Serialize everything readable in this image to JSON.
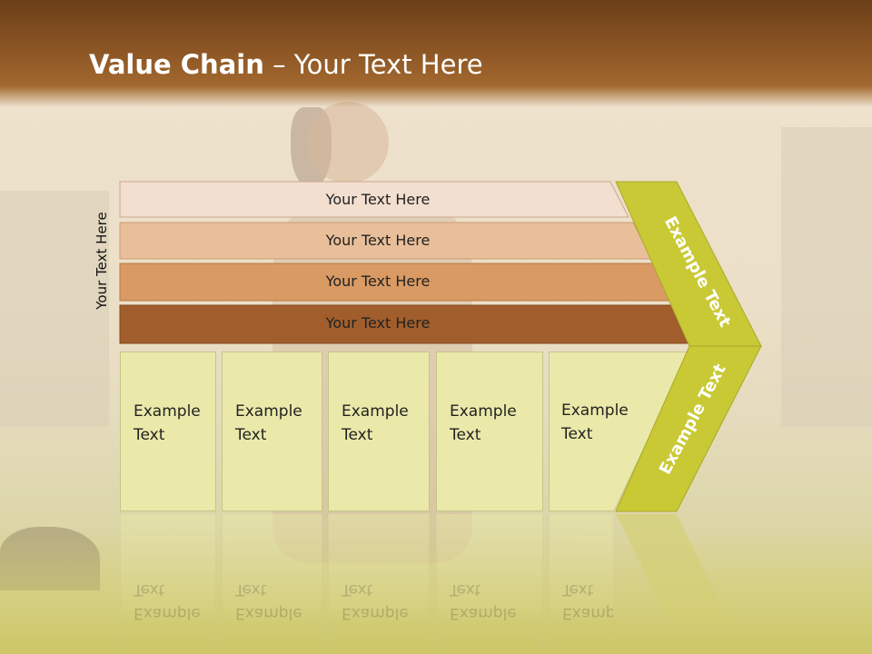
{
  "title": {
    "bold": "Value Chain",
    "rest": " – Your Text Here"
  },
  "side_label": "Your Text Here",
  "bands": [
    {
      "label": "Your Text Here",
      "color": "#f3dfcf"
    },
    {
      "label": "Your Text Here",
      "color": "#e9bf9a"
    },
    {
      "label": "Your Text Here",
      "color": "#d99a63"
    },
    {
      "label": "Your Text Here",
      "color": "#a15e2c"
    }
  ],
  "boxes": [
    {
      "line1": "Example",
      "line2": "Text"
    },
    {
      "line1": "Example",
      "line2": "Text"
    },
    {
      "line1": "Example",
      "line2": "Text"
    },
    {
      "line1": "Example",
      "line2": "Text"
    },
    {
      "line1": "Example",
      "line2": "Text"
    }
  ],
  "chevron_upper_text": "Example Text",
  "chevron_lower_text": "Example Text",
  "colors": {
    "chevron": "#c9c936",
    "box": "#eae9a9",
    "header": "#8b5424"
  }
}
